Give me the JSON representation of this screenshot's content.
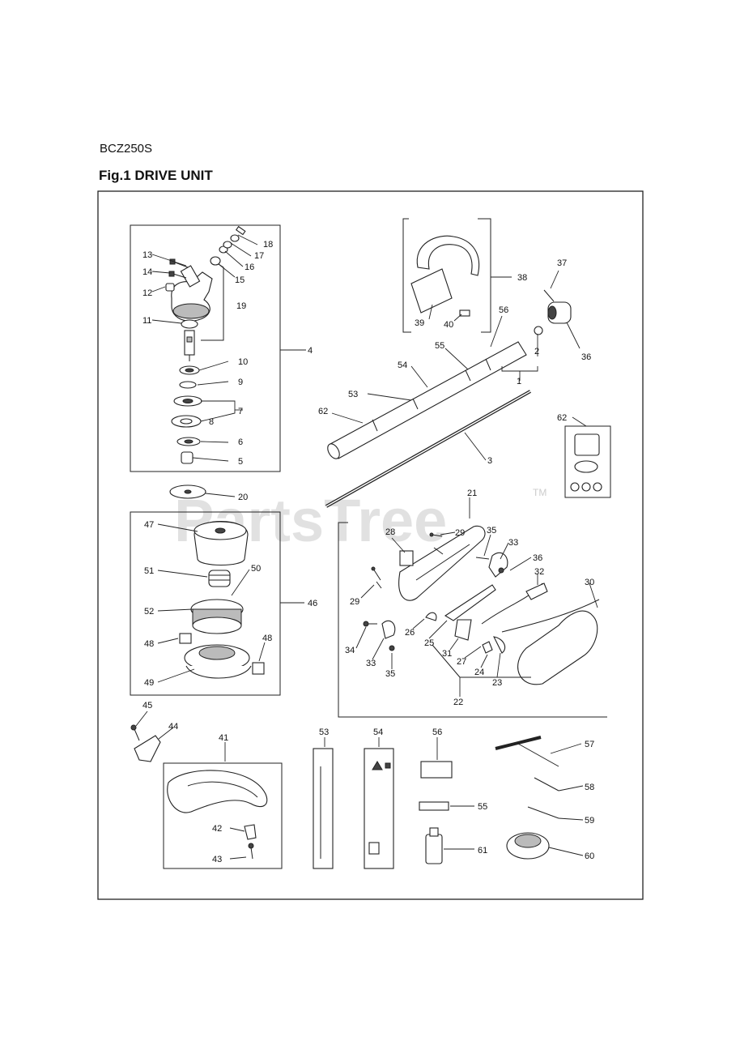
{
  "header": {
    "model": "BCZ250S",
    "figure_title": "Fig.1 DRIVE UNIT"
  },
  "watermark": {
    "text": "PartsTree",
    "tm": "TM"
  },
  "callouts": [
    "1",
    "2",
    "3",
    "4",
    "5",
    "6",
    "7",
    "8",
    "9",
    "10",
    "11",
    "12",
    "13",
    "14",
    "15",
    "16",
    "17",
    "18",
    "19",
    "20",
    "21",
    "22",
    "23",
    "24",
    "25",
    "26",
    "27",
    "28",
    "29",
    "29b",
    "30",
    "31",
    "32",
    "33",
    "33b",
    "34",
    "35",
    "35b",
    "36",
    "37",
    "38",
    "39",
    "40",
    "41",
    "42",
    "43",
    "44",
    "45",
    "46",
    "47",
    "48",
    "48b",
    "49",
    "50",
    "51",
    "52",
    "53",
    "54",
    "55",
    "56",
    "57",
    "58",
    "59",
    "60",
    "61",
    "62",
    "62b"
  ],
  "labels": {
    "1": "1",
    "2": "2",
    "3": "3",
    "4": "4",
    "5": "5",
    "6": "6",
    "7": "7",
    "8": "8",
    "9": "9",
    "10": "10",
    "11": "11",
    "12": "12",
    "13": "13",
    "14": "14",
    "15": "15",
    "16": "16",
    "17": "17",
    "18": "18",
    "19": "19",
    "20": "20",
    "21": "21",
    "22": "22",
    "23": "23",
    "24": "24",
    "25": "25",
    "26": "26",
    "27": "27",
    "28": "28",
    "29": "29",
    "29b": "29",
    "30": "30",
    "31": "31",
    "32": "32",
    "33": "33",
    "33b": "33",
    "34": "34",
    "35": "35",
    "35b": "35",
    "36": "36",
    "37": "37",
    "38": "38",
    "39": "39",
    "40": "40",
    "41": "41",
    "42": "42",
    "43": "43",
    "44": "44",
    "45": "45",
    "46": "46",
    "47": "47",
    "48": "48",
    "48b": "48",
    "49": "49",
    "50": "50",
    "51": "51",
    "52": "52",
    "53": "53",
    "54": "54",
    "55": "55",
    "56": "56",
    "57": "57",
    "58": "58",
    "59": "59",
    "60": "60",
    "61": "61",
    "62": "62",
    "62b": "62"
  }
}
